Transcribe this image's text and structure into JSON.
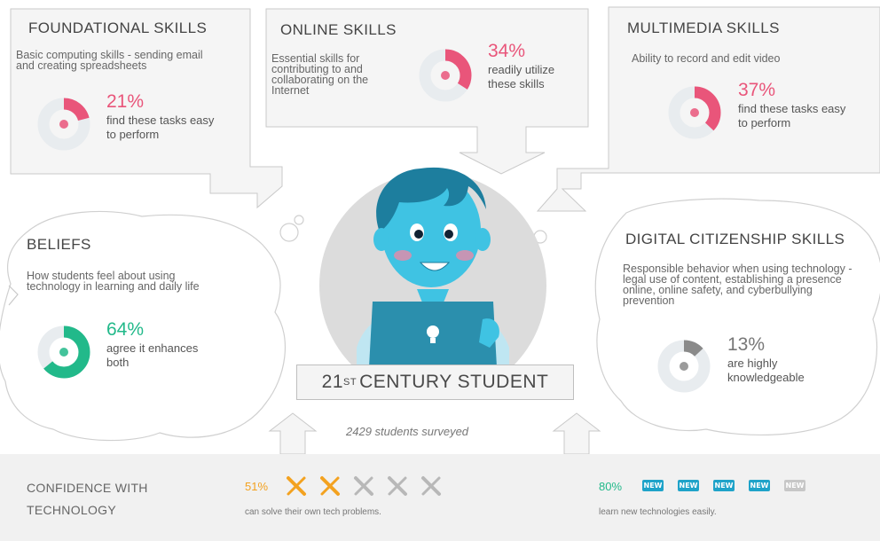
{
  "sections": {
    "foundational": {
      "title": "FOUNDATIONAL SKILLS",
      "desc": "Basic computing skills - sending email and creating spreadsheets",
      "pct": "21%",
      "caption": "find these tasks easy to perform",
      "value": 21,
      "color": "#e9557a"
    },
    "online": {
      "title": "ONLINE SKILLS",
      "desc": "Essential skills for contributing to and collaborating on the Internet",
      "pct": "34%",
      "caption": "readily utilize these skills",
      "value": 34,
      "color": "#e9557a"
    },
    "multimedia": {
      "title": "MULTIMEDIA SKILLS",
      "desc": "Ability to record and edit video",
      "pct": "37%",
      "caption": "find these tasks easy to perform",
      "value": 37,
      "color": "#e9557a"
    },
    "beliefs": {
      "title": "BELIEFS",
      "desc": "How students feel about using technology in learning and daily life",
      "pct": "64%",
      "caption": "agree it enhances both",
      "value": 64,
      "color": "#22b98a"
    },
    "citizenship": {
      "title": "DIGITAL CITIZENSHIP SKILLS",
      "desc": "Responsible behavior when using technology - legal use of content, establishing a presence online, online safety, and cyberbullying prevention",
      "pct": "13%",
      "caption": "are highly knowledgeable",
      "value": 13,
      "color": "#8a8a8a"
    }
  },
  "student": {
    "prefix": "21",
    "sup": "ST",
    "rest": "CENTURY STUDENT",
    "surveyed": "2429 students surveyed"
  },
  "confidence": {
    "label_line1": "CONFIDENCE WITH",
    "label_line2": "TECHNOLOGY",
    "tools": {
      "pct": "51%",
      "caption": "can solve their own tech problems.",
      "filled": 2,
      "total": 5,
      "color": "#f3a220"
    },
    "learn": {
      "pct": "80%",
      "caption": "learn new technologies easily.",
      "badge": "NEW",
      "filled": 4,
      "total": 5,
      "color": "#1fa3c9"
    }
  },
  "colors": {
    "ring_track": "#e8ecef",
    "pink": "#e9557a",
    "green": "#22b98a",
    "grey_fill": "#8a8a8a",
    "skin": "#3fc3e3",
    "hair": "#1d7e9e",
    "laptop": "#2b8fad",
    "circle": "#d6d6d6"
  }
}
